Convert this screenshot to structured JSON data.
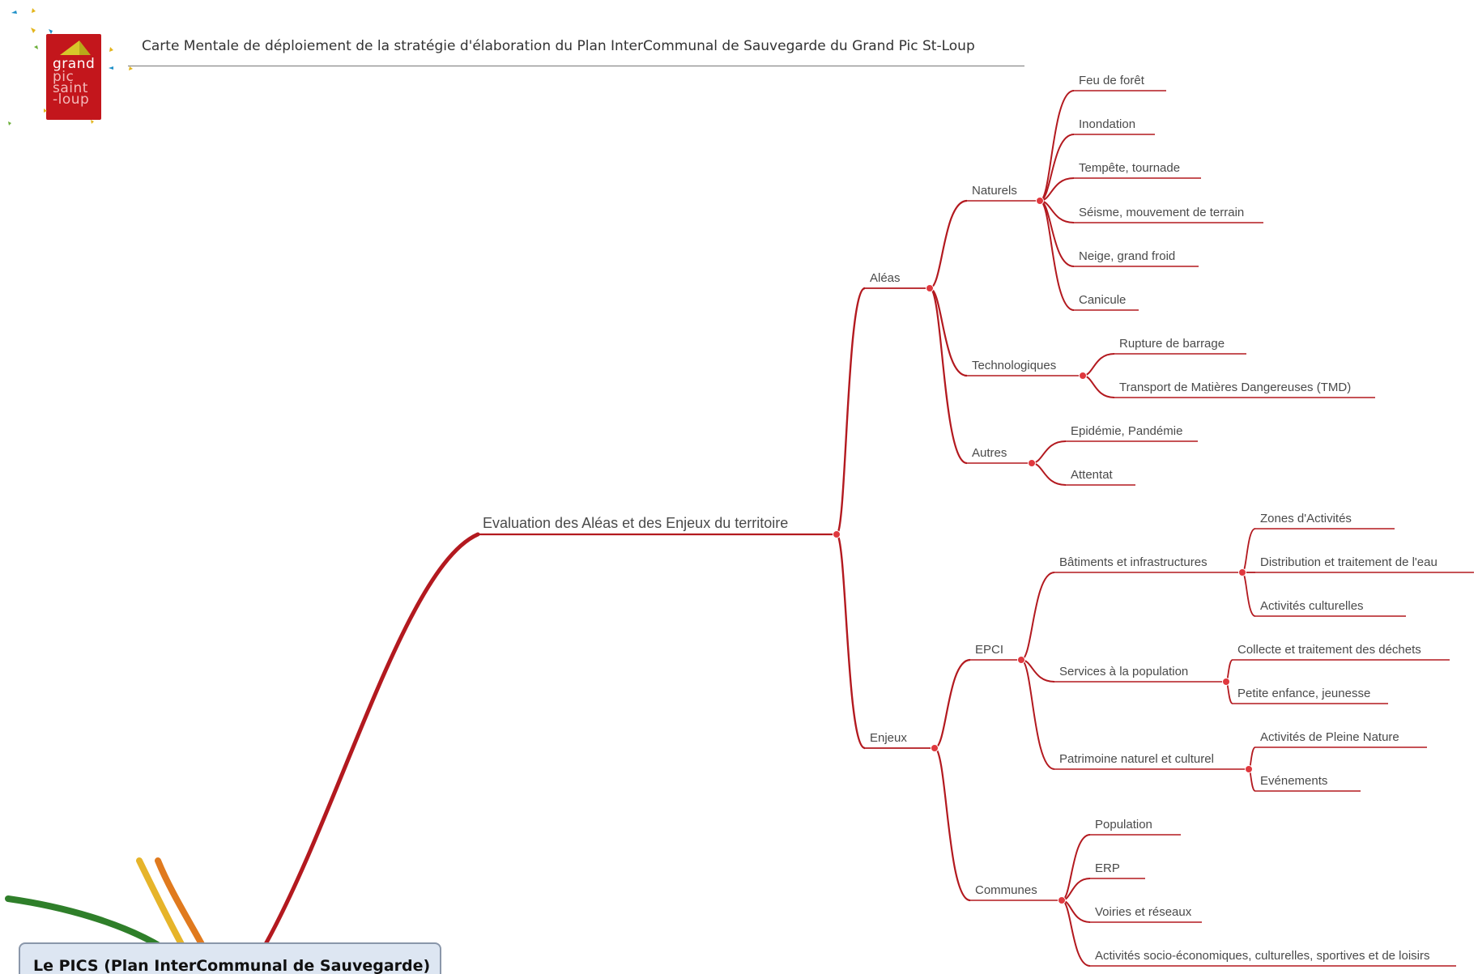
{
  "header": {
    "title": "Carte Mentale de déploiement de la stratégie d'élaboration du Plan InterCommunal de Sauvegarde du Grand Pic St-Loup",
    "logo": {
      "lines": [
        "grand",
        "pic",
        "saint",
        "-loup"
      ],
      "color": "#c3161c"
    }
  },
  "colors": {
    "branch": "#b3191f",
    "node": "#e0383e",
    "root_fill": "#dde6f2",
    "root_border": "#8a97aa"
  },
  "root": {
    "label": "Le PICS (Plan InterCommunal de Sauvegarde)"
  },
  "map": {
    "label": "Evaluation des Aléas et des Enjeux du territoire",
    "children": [
      {
        "label": "Aléas",
        "children": [
          {
            "label": "Naturels",
            "children": [
              {
                "label": "Feu de forêt"
              },
              {
                "label": "Inondation"
              },
              {
                "label": "Tempête, tournade"
              },
              {
                "label": "Séisme, mouvement de terrain"
              },
              {
                "label": "Neige, grand froid"
              },
              {
                "label": "Canicule"
              }
            ]
          },
          {
            "label": "Technologiques",
            "children": [
              {
                "label": "Rupture de barrage"
              },
              {
                "label": "Transport de Matières Dangereuses (TMD)"
              }
            ]
          },
          {
            "label": "Autres",
            "children": [
              {
                "label": "Epidémie, Pandémie"
              },
              {
                "label": "Attentat"
              }
            ]
          }
        ]
      },
      {
        "label": "Enjeux",
        "children": [
          {
            "label": "EPCI",
            "children": [
              {
                "label": "Bâtiments et infrastructures",
                "children": [
                  {
                    "label": "Zones d'Activités"
                  },
                  {
                    "label": "Distribution et traitement de l'eau"
                  },
                  {
                    "label": "Activités culturelles"
                  }
                ]
              },
              {
                "label": "Services à la population",
                "children": [
                  {
                    "label": "Collecte et traitement des déchets"
                  },
                  {
                    "label": "Petite enfance, jeunesse"
                  }
                ]
              },
              {
                "label": "Patrimoine naturel et culturel",
                "children": [
                  {
                    "label": "Activités de Pleine Nature"
                  },
                  {
                    "label": "Evénements"
                  }
                ]
              }
            ]
          },
          {
            "label": "Communes",
            "children": [
              {
                "label": "Population"
              },
              {
                "label": "ERP"
              },
              {
                "label": "Voiries et réseaux"
              },
              {
                "label": "Activités socio-économiques, culturelles, sportives et de loisirs"
              }
            ]
          }
        ]
      }
    ]
  }
}
